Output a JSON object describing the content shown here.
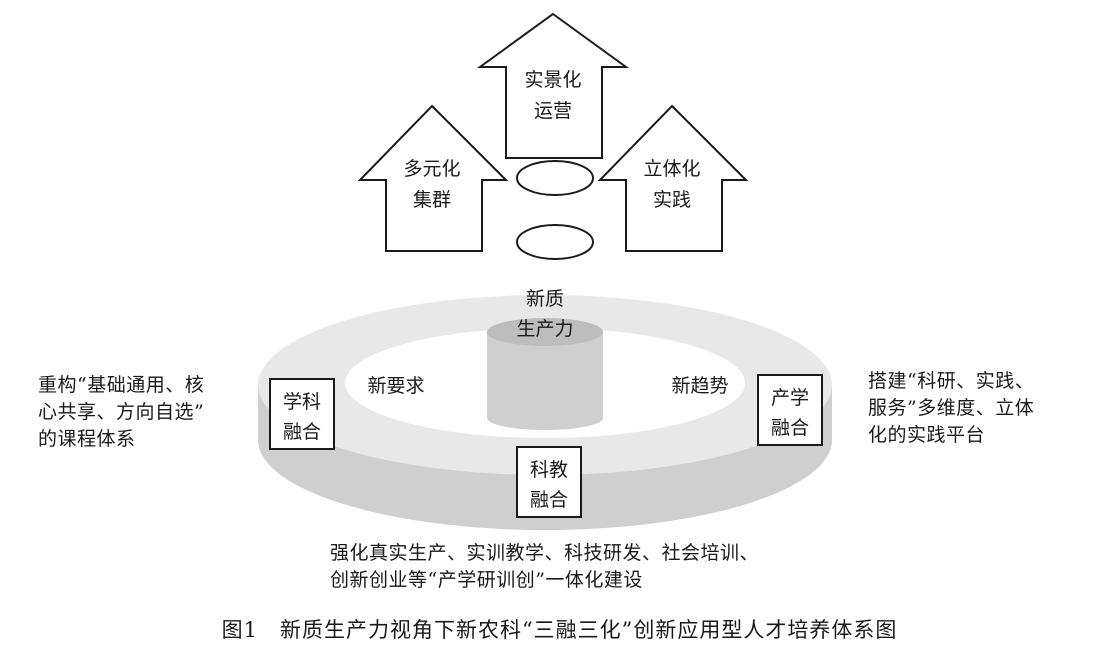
{
  "arrows": {
    "top": {
      "line1": "实景化",
      "line2": "运营"
    },
    "left": {
      "line1": "多元化",
      "line2": "集群"
    },
    "right": {
      "line1": "立体化",
      "line2": "实践"
    }
  },
  "core": {
    "line1": "新质",
    "line2": "生产力"
  },
  "ring": {
    "left_label": "新要求",
    "right_label": "新趋势"
  },
  "boxes": {
    "left": {
      "line1": "学科",
      "line2": "融合"
    },
    "right": {
      "line1": "产学",
      "line2": "融合"
    },
    "bottom": {
      "line1": "科教",
      "line2": "融合"
    }
  },
  "annotations": {
    "left": [
      "重构“基础通用、核",
      "心共享、方向自选”",
      "的课程体系"
    ],
    "right": [
      "搭建“科研、实践、",
      "服务”多维度、立体",
      "化的实践平台"
    ],
    "bottom": [
      "强化真实生产、实训教学、科技研发、社会培训、",
      "创新创业等“产学研训创”一体化建设"
    ]
  },
  "caption": "图1　新质生产力视角下新农科“三融三化”创新应用型人才培养体系图"
}
